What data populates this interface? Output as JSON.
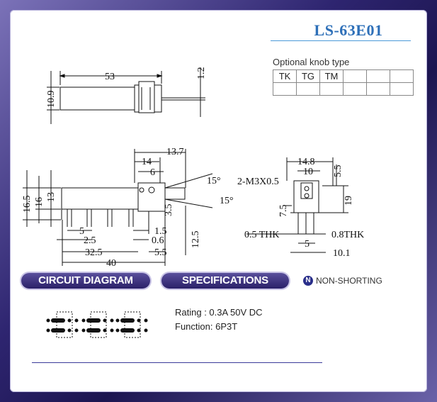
{
  "title": "LS-63E01",
  "knob_table": {
    "caption": "Optional knob type",
    "options": [
      "TK",
      "TG",
      "TM",
      "",
      "",
      ""
    ]
  },
  "dimensions": {
    "top_view": {
      "length": "53",
      "height": "10.9",
      "pin": "1.2"
    },
    "side_view": {
      "d13_7": "13.7",
      "d14": "14",
      "d6": "6",
      "a15_top": "15°",
      "a15_bot": "15°",
      "d16_5": "16.5",
      "d16": "16",
      "d13": "13",
      "d3_5": "3.5",
      "d12_5": "12.5",
      "d5": "5",
      "d1_5": "1.5",
      "d2_5": "2.5",
      "d0_6": "0.6",
      "d32_5": "32.5",
      "d5_5": "5.5",
      "d40": "40"
    },
    "end_view": {
      "d14_8": "14.8",
      "d10": "10",
      "d5_5": "5.5",
      "screw": "2-M3X0.5",
      "d7_5": "7.5",
      "d19": "19",
      "thk_left": "0.5 THK",
      "thk_right": "0.8THK",
      "d5": "5",
      "d10_1": "10.1"
    }
  },
  "circuit_diagram_label": "CIRCUIT DIAGRAM",
  "specifications_label": "SPECIFICATIONS",
  "non_shorting": {
    "icon": "n-circle-icon",
    "label": "NON-SHORTING"
  },
  "specs": {
    "rating": "Rating : 0.3A 50V DC",
    "function": "Function: 6P3T"
  },
  "colors": {
    "frame": "#2e2570",
    "title": "#2d6fb8",
    "pill": "#3a2f80"
  }
}
